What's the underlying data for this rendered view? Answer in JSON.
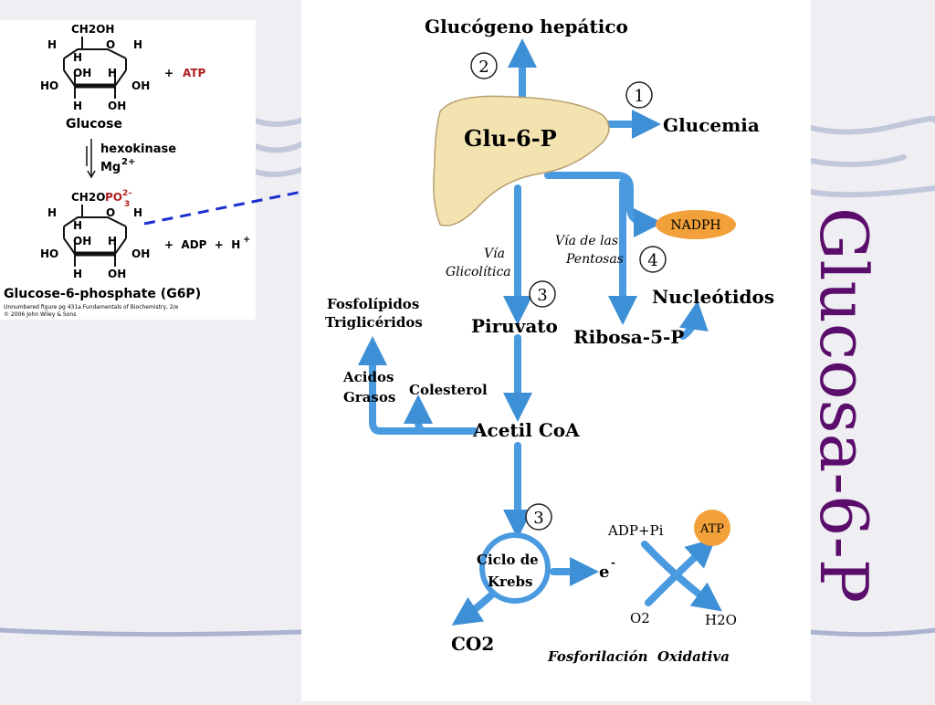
{
  "slide": {
    "title": "Glucosa-6-P",
    "colors": {
      "title": "#5b0d6b",
      "arrow": "#3d8fd6",
      "liver": "#f2e3b0",
      "nadph": "#f2a13a",
      "link_arrow": "#1a2fd0",
      "phosphate": "#b02020"
    }
  },
  "structure": {
    "glucose": {
      "ch2oh": "CH2OH",
      "ring_o": "O",
      "h_labels": [
        "H",
        "H",
        "H",
        "H",
        "H"
      ],
      "oh_labels": [
        "OH",
        "OH",
        "OH"
      ],
      "ho_label": "HO",
      "name": "Glucose",
      "plus_atp": "+",
      "atp": "ATP"
    },
    "enzyme": {
      "name": "hexokinase",
      "cofactor": "Mg",
      "charge": "2+"
    },
    "g6p": {
      "ch2o": "CH2O",
      "po3": "PO",
      "po3_sub": "3",
      "po3_sup": "2–",
      "ring_o": "O",
      "products": "+  ADP  +  H",
      "h_charge": "+",
      "name": "Glucose-6-phosphate (G6P)"
    },
    "credit_line_1": "Unnumbered figure pg 431a  Fundamentals of Biochemistry, 2/e",
    "credit_line_2": "© 2006 John Wiley & Sons"
  },
  "pathway": {
    "glycogen": "Glucógeno hepático",
    "center": "Glu-6-P",
    "glycemia": "Glucemia",
    "nadph": "NADPH",
    "pentose_line_1": "Vía de las",
    "pentose_line_2": "Pentosas",
    "nucleotides": "Nucleótidos",
    "ribose": "Ribosa-5-P",
    "glycolysis_line_1": "Vía",
    "glycolysis_line_2": "Glicolítica",
    "pyruvate": "Piruvato",
    "phospholipids_line_1": "Fosfolípidos",
    "phospholipids_line_2": "Triglicéridos",
    "fatty_acids_line_1": "Acidos",
    "fatty_acids_line_2": "Grasos",
    "cholesterol": "Colesterol",
    "acetyl_coa": "Acetil CoA",
    "krebs_line_1": "Ciclo de",
    "krebs_line_2": "Krebs",
    "co2": "CO2",
    "electron": "e",
    "electron_sup": "-",
    "adp_pi": "ADP+Pi",
    "atp": "ATP",
    "o2": "O2",
    "h2o": "H2O",
    "oxphos": "Fosforilación  Oxidativa",
    "numbers": [
      "1",
      "2",
      "3",
      "3",
      "4"
    ]
  }
}
